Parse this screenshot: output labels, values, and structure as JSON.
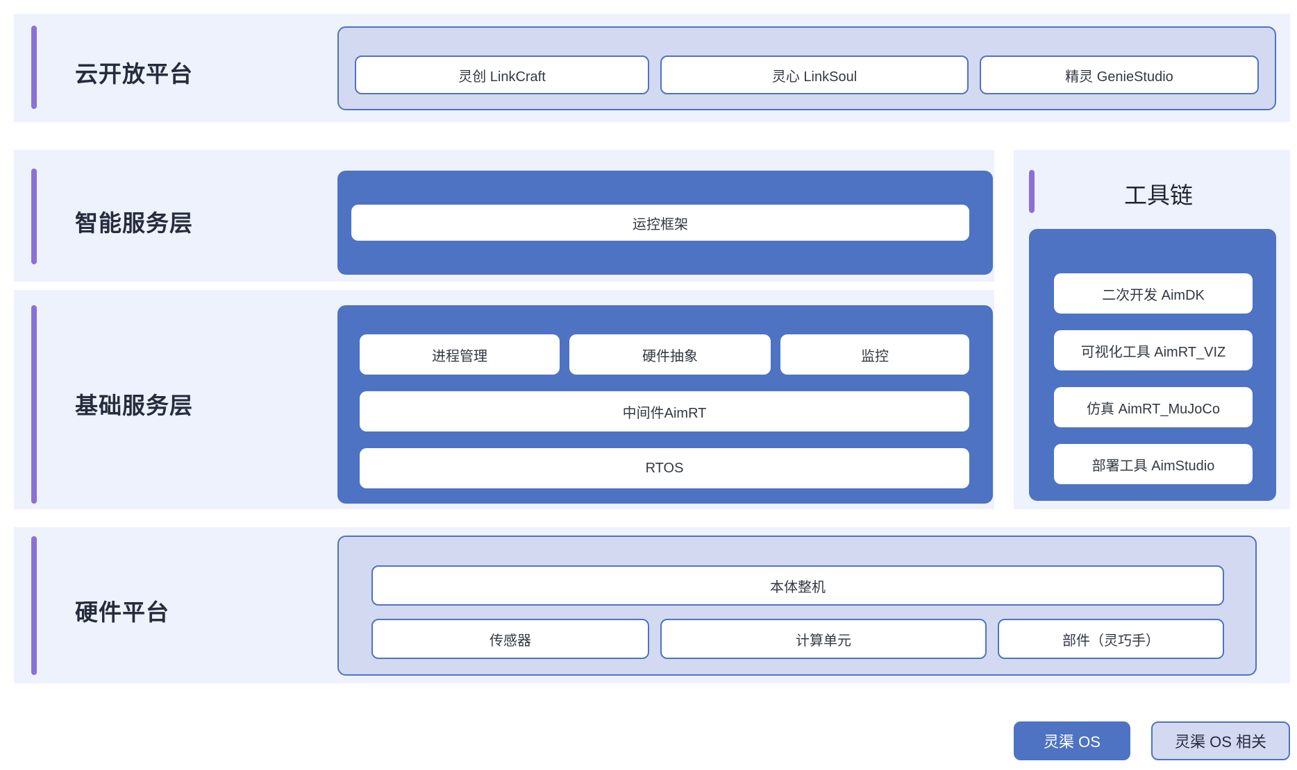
{
  "theme": {
    "band_bg": "#eef2fc",
    "accent_purple": "#8b70d6",
    "brand_blue": "#4d73c2",
    "lavender_fill": "#d4d9f2",
    "page_bg": "#ffffff",
    "title_color": "#262c3d",
    "item_text_color": "#333842"
  },
  "layers": [
    {
      "id": "cloud-open-platform",
      "title": "云开放平台",
      "container_style": "outline",
      "items": [
        "灵创 LinkCraft",
        "灵心 LinkSoul",
        "精灵 GenieStudio"
      ]
    },
    {
      "id": "intelligent-service-layer",
      "title": "智能服务层",
      "container_style": "filled",
      "items": [
        "运控框架"
      ]
    },
    {
      "id": "basic-service-layer",
      "title": "基础服务层",
      "container_style": "filled",
      "row1": [
        "进程管理",
        "硬件抽象",
        "监控"
      ],
      "row2": [
        "中间件AimRT"
      ],
      "row3": [
        "RTOS"
      ]
    },
    {
      "id": "hardware-platform",
      "title": "硬件平台",
      "container_style": "outline",
      "row1": [
        "本体整机"
      ],
      "row2": [
        "传感器",
        "计算单元",
        "部件（灵巧手）"
      ]
    }
  ],
  "toolchain": {
    "title": "工具链",
    "container_style": "filled",
    "items": [
      "二次开发 AimDK",
      "可视化工具 AimRT_VIZ",
      "仿真 AimRT_MuJoCo",
      "部署工具 AimStudio"
    ]
  },
  "legend": {
    "os_label": "灵渠 OS",
    "os_related_label": "灵渠 OS 相关"
  }
}
